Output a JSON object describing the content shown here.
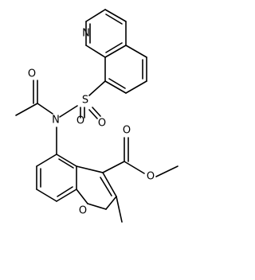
{
  "molecule": {
    "atoms": {
      "n_quinoline": "N",
      "s_sulfonyl": "S",
      "o_sulfonyl_left": "O",
      "o_sulfonyl_right": "O",
      "n_amide": "N",
      "o_acetyl": "O",
      "o_furan": "O",
      "o_ester_carbonyl": "O",
      "o_ester_ether": "O"
    }
  }
}
